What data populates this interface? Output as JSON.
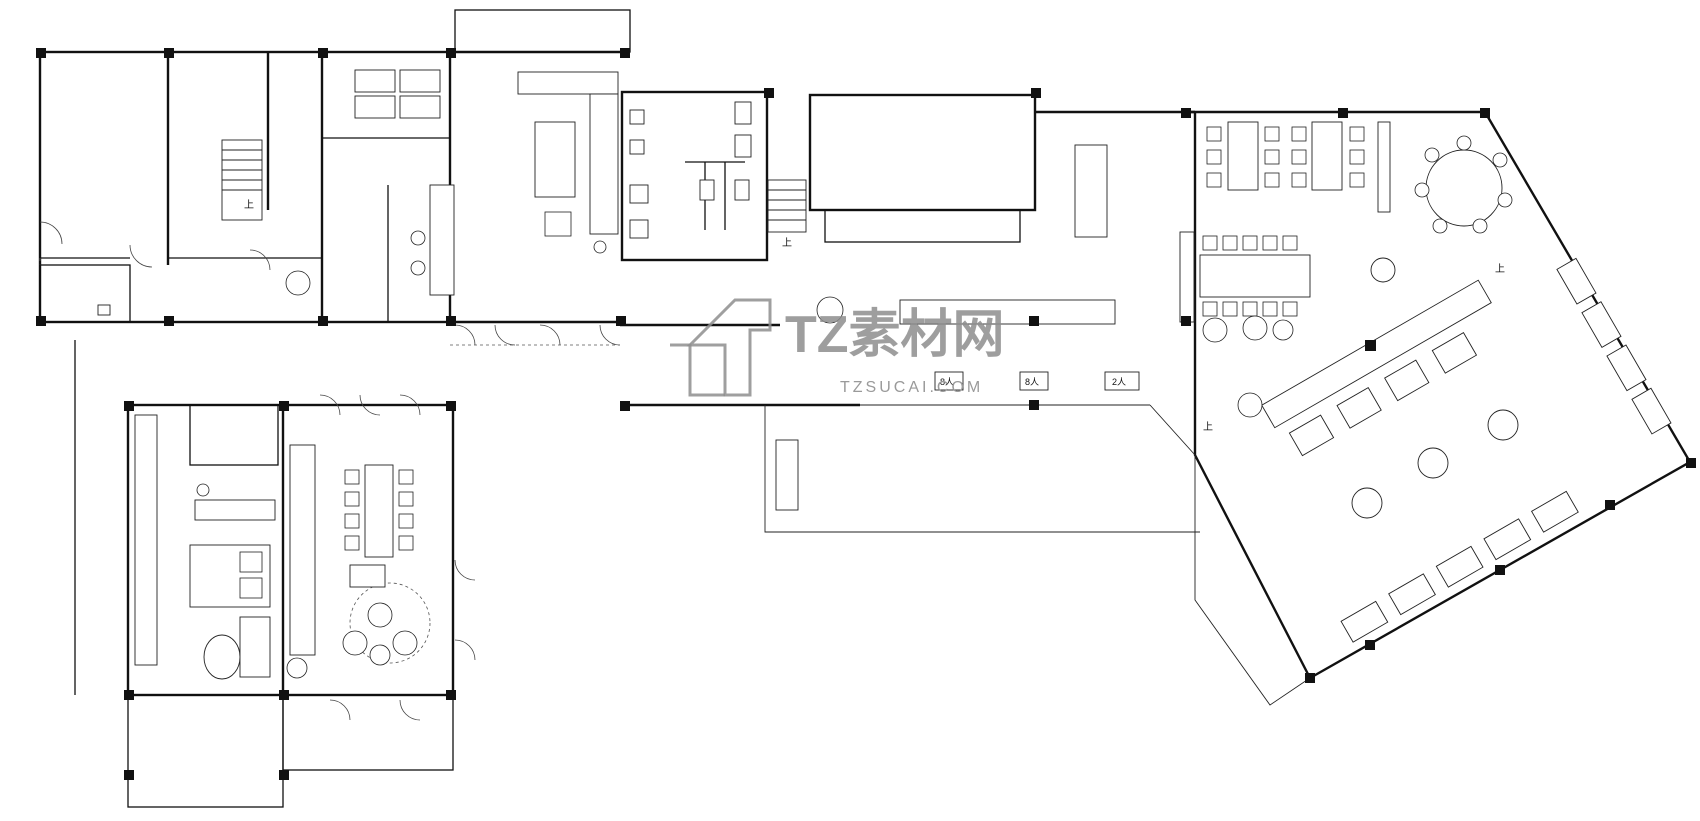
{
  "plan": {
    "stair_up_label": "上",
    "table_tags": [
      "8人",
      "8人",
      "2人"
    ]
  },
  "watermark": {
    "brand": "TZ素材网",
    "url": "TZSUCAI.COM",
    "logo_icon": "tz-logo-mark-icon"
  },
  "colors": {
    "line": "#111111",
    "watermark": "#8e8e8e",
    "background": "#ffffff"
  }
}
